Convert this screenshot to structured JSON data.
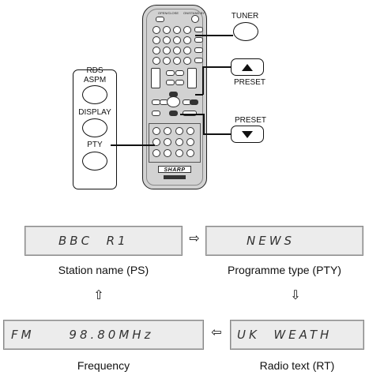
{
  "remote": {
    "brand": "SHARP"
  },
  "callouts": {
    "tuner": "TUNER",
    "preset_up": "PRESET",
    "preset_down": "PRESET",
    "rds": "RDS",
    "aspm": "ASPM",
    "display": "DISPLAY",
    "pty": "PTY"
  },
  "displays": [
    {
      "text": "BBC  R1",
      "caption": "Station name (PS)"
    },
    {
      "text": "NEWS",
      "caption": "Programme type (PTY)"
    },
    {
      "text": "UK  WEATH",
      "caption": "Radio text (RT)"
    },
    {
      "text": "FM     98.80MHz",
      "caption": "Frequency"
    }
  ],
  "arrows": {
    "ps_to_pty": "⇨",
    "pty_to_rt": "⇩",
    "rt_to_freq": "⇦",
    "freq_to_ps": "⇧"
  }
}
